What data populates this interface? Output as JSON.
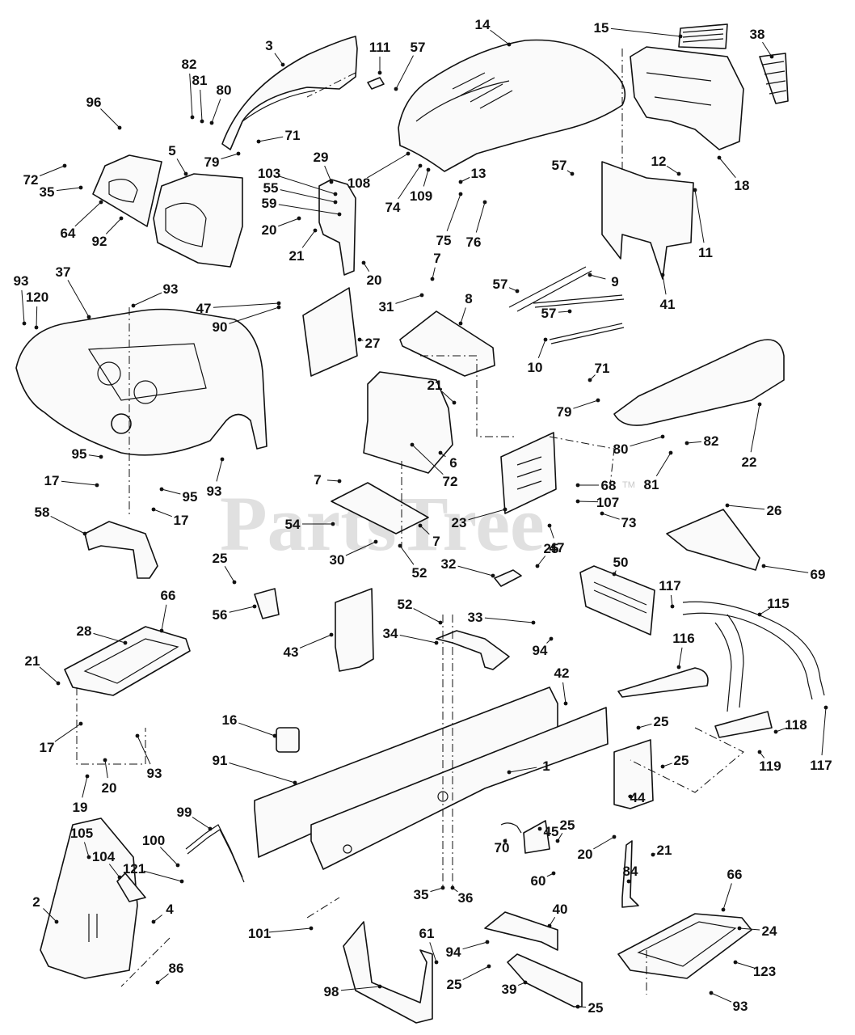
{
  "watermark": {
    "text": "PartsTree",
    "trademark": "TM"
  },
  "callouts": [
    {
      "id": "c1",
      "text": "3"
    },
    {
      "id": "c2",
      "text": "111"
    },
    {
      "id": "c3",
      "text": "57"
    },
    {
      "id": "c4",
      "text": "14"
    },
    {
      "id": "c5",
      "text": "15"
    },
    {
      "id": "c6",
      "text": "38"
    },
    {
      "id": "c7",
      "text": "82"
    },
    {
      "id": "c8",
      "text": "81"
    },
    {
      "id": "c9",
      "text": "80"
    },
    {
      "id": "c10",
      "text": "96"
    },
    {
      "id": "c11",
      "text": "71"
    },
    {
      "id": "c12",
      "text": "79"
    },
    {
      "id": "c13",
      "text": "5"
    },
    {
      "id": "c14",
      "text": "29"
    },
    {
      "id": "c15",
      "text": "103"
    },
    {
      "id": "c16",
      "text": "55"
    },
    {
      "id": "c17",
      "text": "59"
    },
    {
      "id": "c18",
      "text": "20"
    },
    {
      "id": "c19",
      "text": "21"
    },
    {
      "id": "c20",
      "text": "20"
    },
    {
      "id": "c21",
      "text": "108"
    },
    {
      "id": "c22",
      "text": "74"
    },
    {
      "id": "c23",
      "text": "109"
    },
    {
      "id": "c24",
      "text": "13"
    },
    {
      "id": "c25",
      "text": "75"
    },
    {
      "id": "c26",
      "text": "76"
    },
    {
      "id": "c27",
      "text": "57"
    },
    {
      "id": "c28",
      "text": "12"
    },
    {
      "id": "c29",
      "text": "11"
    },
    {
      "id": "c30",
      "text": "18"
    },
    {
      "id": "c31",
      "text": "72"
    },
    {
      "id": "c32",
      "text": "35"
    },
    {
      "id": "c33",
      "text": "64"
    },
    {
      "id": "c34",
      "text": "92"
    },
    {
      "id": "c35",
      "text": "93"
    },
    {
      "id": "c36",
      "text": "37"
    },
    {
      "id": "c37",
      "text": "120"
    },
    {
      "id": "c38",
      "text": "93"
    },
    {
      "id": "c39",
      "text": "47"
    },
    {
      "id": "c40",
      "text": "90"
    },
    {
      "id": "c41",
      "text": "27"
    },
    {
      "id": "c42",
      "text": "7"
    },
    {
      "id": "c43",
      "text": "31"
    },
    {
      "id": "c44",
      "text": "8"
    },
    {
      "id": "c45",
      "text": "57"
    },
    {
      "id": "c46",
      "text": "9"
    },
    {
      "id": "c47",
      "text": "57"
    },
    {
      "id": "c48",
      "text": "10"
    },
    {
      "id": "c49",
      "text": "41"
    },
    {
      "id": "c50",
      "text": "71"
    },
    {
      "id": "c51",
      "text": "79"
    },
    {
      "id": "c52",
      "text": "21"
    },
    {
      "id": "c53",
      "text": "22"
    },
    {
      "id": "c54",
      "text": "80"
    },
    {
      "id": "c55",
      "text": "82"
    },
    {
      "id": "c56",
      "text": "81"
    },
    {
      "id": "c57",
      "text": "6"
    },
    {
      "id": "c58",
      "text": "72"
    },
    {
      "id": "c59",
      "text": "95"
    },
    {
      "id": "c60",
      "text": "93"
    },
    {
      "id": "c61",
      "text": "17"
    },
    {
      "id": "c62",
      "text": "95"
    },
    {
      "id": "c63",
      "text": "17"
    },
    {
      "id": "c64",
      "text": "58"
    },
    {
      "id": "c65",
      "text": "7"
    },
    {
      "id": "c66",
      "text": "54"
    },
    {
      "id": "c67",
      "text": "30"
    },
    {
      "id": "c68",
      "text": "52"
    },
    {
      "id": "c69",
      "text": "7"
    },
    {
      "id": "c70",
      "text": "68"
    },
    {
      "id": "c71",
      "text": "107"
    },
    {
      "id": "c72",
      "text": "73"
    },
    {
      "id": "c73",
      "text": "23"
    },
    {
      "id": "c74",
      "text": "47"
    },
    {
      "id": "c75",
      "text": "26"
    },
    {
      "id": "c76",
      "text": "69"
    },
    {
      "id": "c77",
      "text": "25"
    },
    {
      "id": "c78",
      "text": "56"
    },
    {
      "id": "c79",
      "text": "32"
    },
    {
      "id": "c80",
      "text": "25"
    },
    {
      "id": "c81",
      "text": "50"
    },
    {
      "id": "c82",
      "text": "117"
    },
    {
      "id": "c83",
      "text": "115"
    },
    {
      "id": "c84",
      "text": "66"
    },
    {
      "id": "c85",
      "text": "28"
    },
    {
      "id": "c86",
      "text": "43"
    },
    {
      "id": "c87",
      "text": "52"
    },
    {
      "id": "c88",
      "text": "34"
    },
    {
      "id": "c89",
      "text": "33"
    },
    {
      "id": "c90",
      "text": "94"
    },
    {
      "id": "c91",
      "text": "116"
    },
    {
      "id": "c92",
      "text": "21"
    },
    {
      "id": "c93",
      "text": "42"
    },
    {
      "id": "c94",
      "text": "16"
    },
    {
      "id": "c95",
      "text": "17"
    },
    {
      "id": "c96",
      "text": "93"
    },
    {
      "id": "c97",
      "text": "91"
    },
    {
      "id": "c98",
      "text": "25"
    },
    {
      "id": "c99",
      "text": "1"
    },
    {
      "id": "c100",
      "text": "118"
    },
    {
      "id": "c101",
      "text": "25"
    },
    {
      "id": "c102",
      "text": "119"
    },
    {
      "id": "c103",
      "text": "117"
    },
    {
      "id": "c104",
      "text": "20"
    },
    {
      "id": "c105",
      "text": "19"
    },
    {
      "id": "c106",
      "text": "44"
    },
    {
      "id": "c107",
      "text": "99"
    },
    {
      "id": "c108",
      "text": "105"
    },
    {
      "id": "c109",
      "text": "100"
    },
    {
      "id": "c110",
      "text": "104"
    },
    {
      "id": "c111",
      "text": "121"
    },
    {
      "id": "c112",
      "text": "45"
    },
    {
      "id": "c113",
      "text": "25"
    },
    {
      "id": "c114",
      "text": "70"
    },
    {
      "id": "c115",
      "text": "60"
    },
    {
      "id": "c116",
      "text": "20"
    },
    {
      "id": "c117",
      "text": "21"
    },
    {
      "id": "c118",
      "text": "84"
    },
    {
      "id": "c119",
      "text": "2"
    },
    {
      "id": "c120",
      "text": "4"
    },
    {
      "id": "c121",
      "text": "35"
    },
    {
      "id": "c122",
      "text": "36"
    },
    {
      "id": "c123",
      "text": "40"
    },
    {
      "id": "c124",
      "text": "66"
    },
    {
      "id": "c125",
      "text": "24"
    },
    {
      "id": "c126",
      "text": "86"
    },
    {
      "id": "c127",
      "text": "101"
    },
    {
      "id": "c128",
      "text": "61"
    },
    {
      "id": "c129",
      "text": "94"
    },
    {
      "id": "c130",
      "text": "98"
    },
    {
      "id": "c131",
      "text": "25"
    },
    {
      "id": "c132",
      "text": "39"
    },
    {
      "id": "c133",
      "text": "25"
    },
    {
      "id": "c134",
      "text": "123"
    },
    {
      "id": "c135",
      "text": "93"
    }
  ]
}
